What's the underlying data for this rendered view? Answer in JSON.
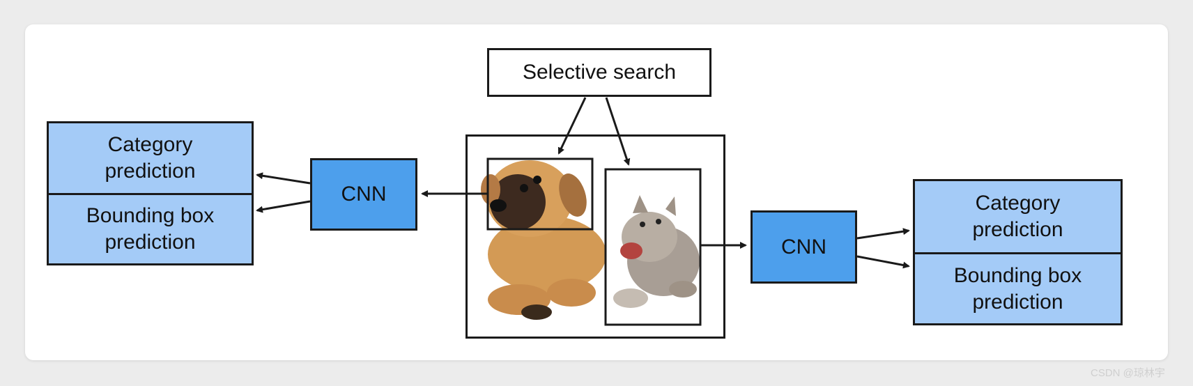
{
  "selective_search": "Selective search",
  "left": {
    "cnn": "CNN",
    "category": "Category\nprediction",
    "bbox": "Bounding box\nprediction"
  },
  "right": {
    "cnn": "CNN",
    "category": "Category\nprediction",
    "bbox": "Bounding box\nprediction"
  },
  "watermark": "CSDN @琼林宇",
  "colors": {
    "light_blue": "#a4cbf7",
    "cnn_blue": "#4d9fec",
    "border": "#1a1a1a"
  }
}
